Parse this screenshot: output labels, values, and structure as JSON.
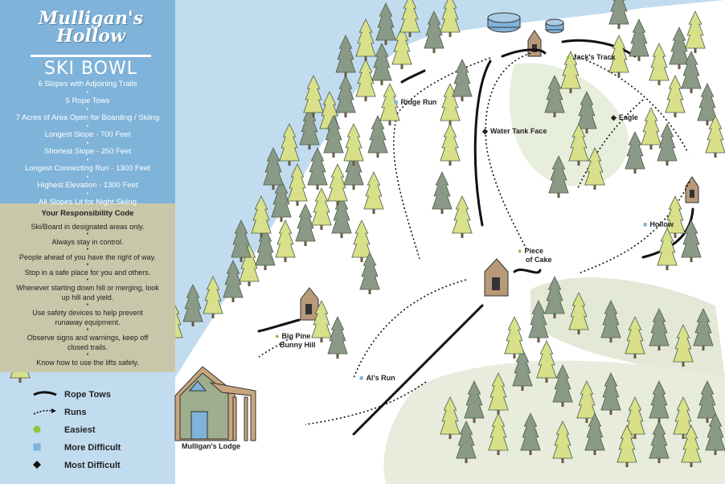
{
  "logo": {
    "line1": "Mulligan's",
    "line2": "Hollow",
    "line3": "SKI BOWL"
  },
  "facts": [
    "6 Slopes with Adjoining Trails",
    "5 Rope Tows",
    "7 Acres of Area Open for Boarding / Skiing",
    "Longest Slope - 700 Feet",
    "Shortest Slope - 250 Feet",
    "Longest Connecting Run - 1300 Feet",
    "Highest Elevation - 1300 Feet",
    "All Slopes Lit for Night Skiing"
  ],
  "code": {
    "heading": "Your Responsibility Code",
    "items": [
      "Ski/Board in designated areas only.",
      "Always stay in control.",
      "People ahead of you have the right of way.",
      "Stop in a safe place for you and others.",
      "Whenever starting down hill or merging, look up hill and yield.",
      "Use safety devices to help prevent runaway equipment.",
      "Observe signs and warnings, keep off closed trails.",
      "Know how to use the lifts safely."
    ]
  },
  "legend": {
    "rope_tows": "Rope Tows",
    "runs": "Runs",
    "easiest": "Easiest",
    "more_difficult": "More Difficult",
    "most_difficult": "Most  Difficult"
  },
  "trails": {
    "jacks_track": "Jack's Track",
    "ridge_run": "Ridge Run",
    "water_tank_face": "Water Tank Face",
    "eagle": "Eagle",
    "hollow": "Hollow",
    "piece_of_cake_1": "Piece",
    "piece_of_cake_2": "of Cake",
    "big_pine_1": "Big Pine",
    "big_pine_2": "Bunny Hill",
    "als_run": "Al's Run",
    "lodge": "Mulligan's Lodge"
  },
  "colors": {
    "sky": "#c2dcef",
    "panel": "#7fb3d9",
    "panel2": "#c9c7a9",
    "easiest": "#8cc63f",
    "more_difficult": "#7fb3d9",
    "most_difficult": "#111111",
    "tree": "#8a9a86",
    "tree_light": "#d8e08a"
  }
}
